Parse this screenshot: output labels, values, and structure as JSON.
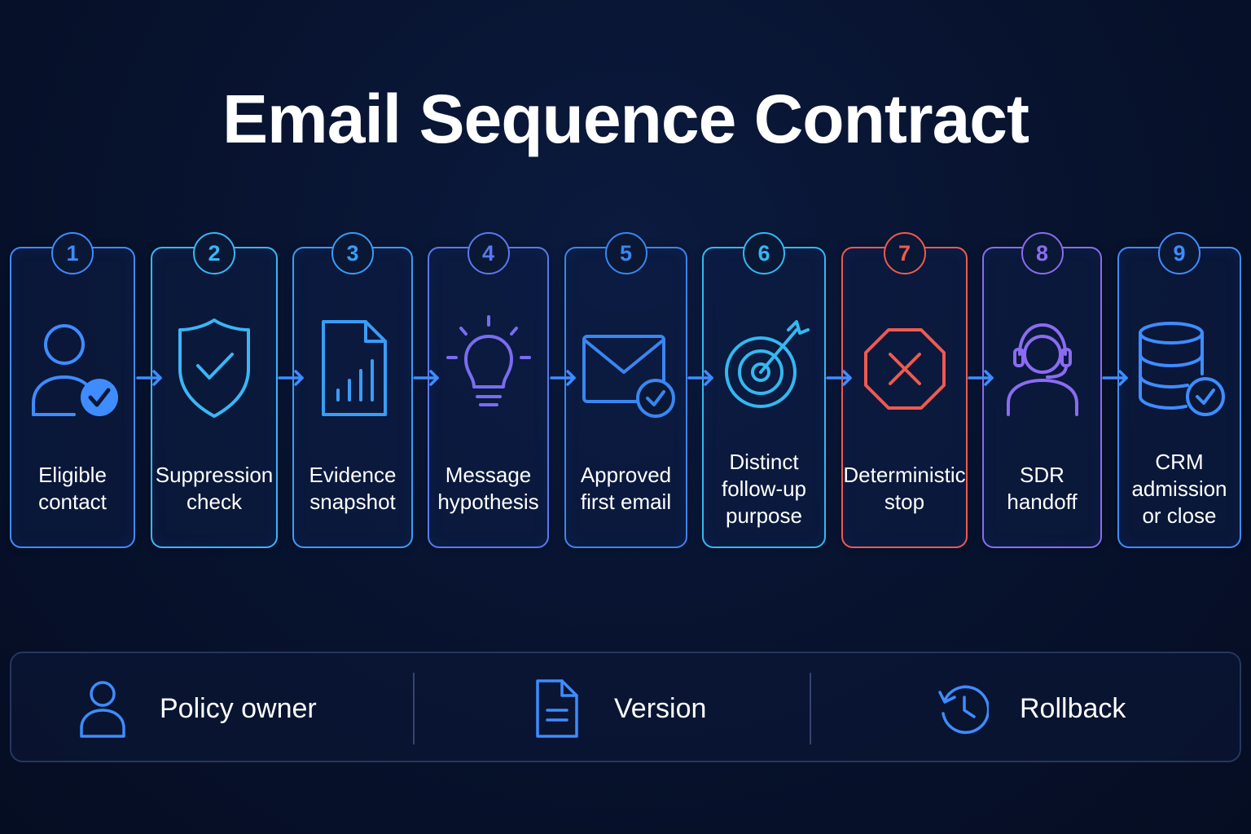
{
  "title": "Email Sequence Contract",
  "steps": [
    {
      "number": "1",
      "label": "Eligible\ncontact",
      "icon": "user-check-icon",
      "color": "#3f8cff"
    },
    {
      "number": "2",
      "label": "Suppression\ncheck",
      "icon": "shield-check-icon",
      "color": "#3bb6f5"
    },
    {
      "number": "3",
      "label": "Evidence\nsnapshot",
      "icon": "document-chart-icon",
      "color": "#3a9cf6"
    },
    {
      "number": "4",
      "label": "Message\nhypothesis",
      "icon": "lightbulb-icon",
      "color": "#5a78f0"
    },
    {
      "number": "5",
      "label": "Approved\nfirst email",
      "icon": "envelope-check-icon",
      "color": "#3a86f0"
    },
    {
      "number": "6",
      "label": "Distinct\nfollow-up\npurpose",
      "icon": "target-icon",
      "color": "#34b8f0"
    },
    {
      "number": "7",
      "label": "Deterministic\nstop",
      "icon": "stop-octagon-icon",
      "color": "#ef5a4f"
    },
    {
      "number": "8",
      "label": "SDR\nhandoff",
      "icon": "headset-agent-icon",
      "color": "#8a6cf0"
    },
    {
      "number": "9",
      "label": "CRM\nadmission\nor close",
      "icon": "database-check-icon",
      "color": "#3f8cff"
    }
  ],
  "arrow_color": "#3f8cff",
  "footer": {
    "items": [
      {
        "label": "Policy owner",
        "icon": "user-icon"
      },
      {
        "label": "Version",
        "icon": "document-icon"
      },
      {
        "label": "Rollback",
        "icon": "history-clock-icon"
      }
    ],
    "icon_color": "#3f8cff"
  }
}
